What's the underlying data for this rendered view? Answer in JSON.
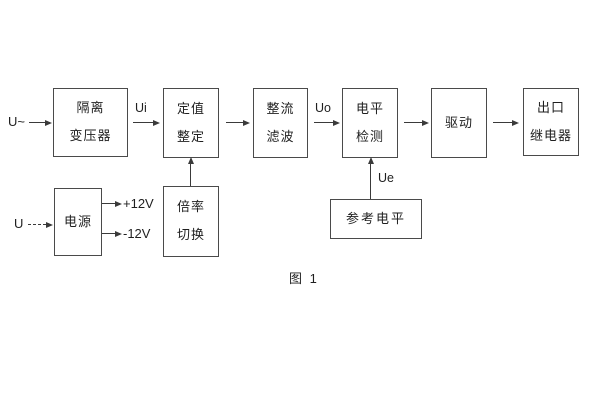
{
  "diagram": {
    "caption": "图 1",
    "blocks": [
      {
        "id": "isolation-transformer",
        "lines": [
          "隔离",
          "变压器"
        ]
      },
      {
        "id": "setpoint-adjust",
        "lines": [
          "定值",
          "整定"
        ]
      },
      {
        "id": "rectifier-filter",
        "lines": [
          "整流",
          "滤波"
        ]
      },
      {
        "id": "level-detection",
        "lines": [
          "电平",
          "检测"
        ]
      },
      {
        "id": "drive",
        "lines": [
          "驱动"
        ]
      },
      {
        "id": "output-relay",
        "lines": [
          "出口",
          "继电器"
        ]
      },
      {
        "id": "power-supply",
        "lines": [
          "电源"
        ]
      },
      {
        "id": "ratio-switch",
        "lines": [
          "倍率",
          "切换"
        ]
      },
      {
        "id": "reference-level",
        "lines": [
          "参考电平"
        ]
      }
    ],
    "signals": {
      "ac_input": "U~",
      "ui": "Ui",
      "uo": "Uo",
      "ue": "Ue",
      "dc_input": "U",
      "plus12": "+12V",
      "minus12": "-12V"
    },
    "colors": {
      "background": "#ffffff",
      "box_border": "#4a4a4a",
      "line": "#3a3a3a",
      "text": "#1f1f1f"
    }
  }
}
